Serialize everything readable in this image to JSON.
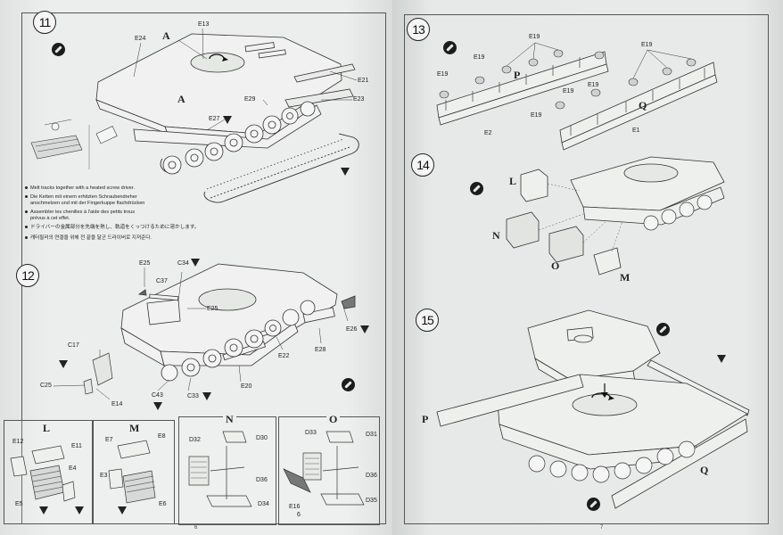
{
  "pages": {
    "left_number": "6",
    "right_number": "7"
  },
  "steps": {
    "s11": "11",
    "s12": "12",
    "s13": "13",
    "s14": "14",
    "s15": "15"
  },
  "step11": {
    "labels": {
      "A1": "A",
      "A2": "A",
      "E13": "E13",
      "E24": "E24",
      "E21": "E21",
      "E29": "E29",
      "E23": "E23",
      "E27": "E27"
    },
    "notes": [
      "Melt tracks together with a heated screw driver.",
      "Die Ketten mit einem erhitzten Schraubendreher",
      "anschmelzen und mit der Fingerkuppe flachdrücken",
      "Assembler les chenilles à l'aide des petits trous",
      "prévus à cet effet.",
      "ドライバーの金属部分を先端を熱し、軌道をくっつけるために溶かします。",
      "캐터필러의 연결을 위해 전 끝을 달군 드라이버로 지져준다."
    ]
  },
  "step12": {
    "labels": {
      "E25a": "E25",
      "C34": "C34",
      "C37": "C37",
      "E25b": "E25",
      "E26": "E26",
      "E28": "E28",
      "E22": "E22",
      "C17": "C17",
      "C25": "C25",
      "E14": "E14",
      "E20": "E20",
      "C43": "C43",
      "C33": "C33"
    }
  },
  "subassemblies": {
    "L": {
      "title": "L",
      "parts": [
        "E12",
        "E11",
        "E4",
        "E5"
      ]
    },
    "M": {
      "title": "M",
      "parts": [
        "E7",
        "E8",
        "E3",
        "E6"
      ]
    },
    "N": {
      "title": "N",
      "parts": [
        "D32",
        "D30",
        "D36",
        "D34"
      ]
    },
    "O": {
      "title": "O",
      "parts": [
        "D33",
        "D31",
        "D36",
        "E16",
        "D35"
      ],
      "extra": "6"
    }
  },
  "step13": {
    "labels": {
      "E19a": "E19",
      "E19b": "E19",
      "E19c": "E19",
      "E19d": "E19",
      "E19e": "E19",
      "E19f": "E19",
      "E19g": "E19",
      "P": "P",
      "Q": "Q",
      "E2": "E2",
      "E1": "E1"
    }
  },
  "step14": {
    "labels": {
      "L": "L",
      "N": "N",
      "O": "O",
      "M": "M"
    }
  },
  "step15": {
    "labels": {
      "P": "P",
      "Q": "Q"
    }
  }
}
